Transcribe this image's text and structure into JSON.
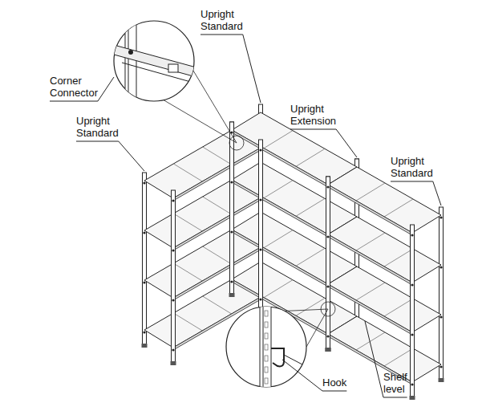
{
  "diagram": {
    "labels": [
      "Corner Connector",
      "Upright Standard",
      "Upright Standard",
      "Upright Extension",
      "Upright Standard",
      "Hook",
      "Shelf level"
    ]
  }
}
